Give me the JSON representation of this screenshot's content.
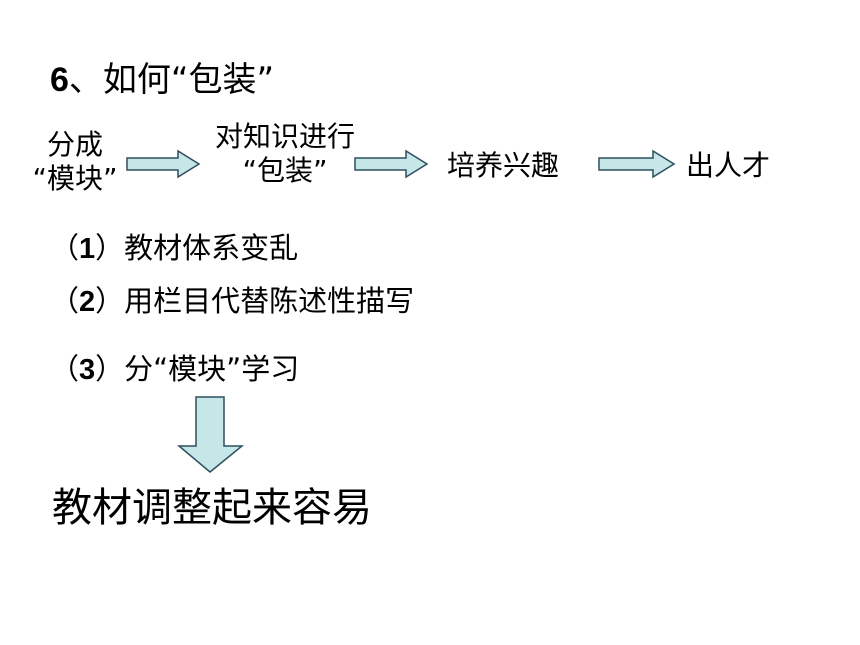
{
  "title": {
    "number": "6",
    "text": "、如何“包装”"
  },
  "flow": {
    "step1": {
      "line1": "分成",
      "line2": "“模块”"
    },
    "step2": {
      "line1": "对知识进行",
      "line2": "“包装”"
    },
    "step3": "培养兴趣",
    "step4": "出人才"
  },
  "items": [
    {
      "open": "（",
      "num": "1",
      "text": "）教材体系变乱"
    },
    {
      "open": "（",
      "num": "2",
      "text": "）用栏目代替陈述性描写"
    },
    {
      "open": "（",
      "num": "3",
      "text": "）分“模块”学习"
    }
  ],
  "result": "教材调整起来容易",
  "colors": {
    "arrow_fill": "#c6e7e7",
    "arrow_stroke": "#2f4f5f"
  }
}
